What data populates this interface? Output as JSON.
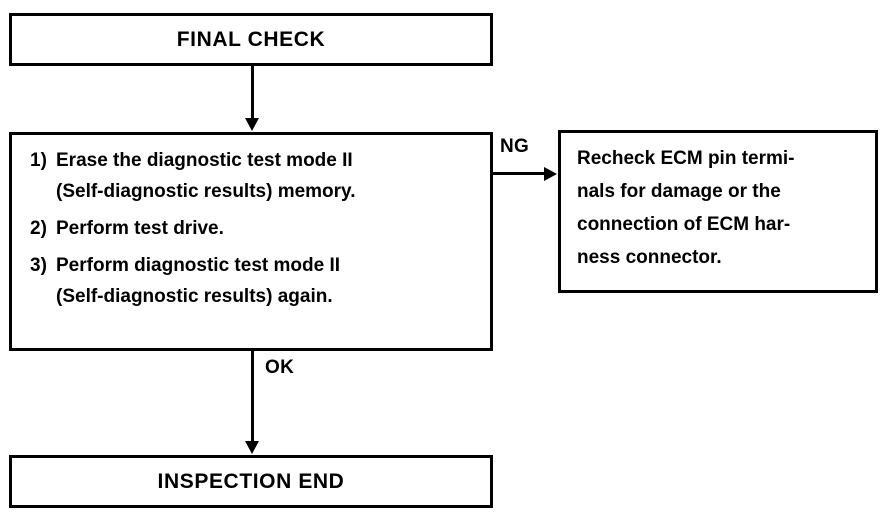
{
  "diagram": {
    "title": "FINAL CHECK",
    "start_box": {
      "label": "FINAL CHECK"
    },
    "process_box": {
      "steps": [
        {
          "number": "1)",
          "lines": [
            "Erase the diagnostic test mode II",
            "(Self-diagnostic results) memory."
          ]
        },
        {
          "number": "2)",
          "lines": [
            "Perform test drive."
          ]
        },
        {
          "number": "3)",
          "lines": [
            "Perform diagnostic test mode II",
            "(Self-diagnostic results) again."
          ]
        }
      ]
    },
    "recheck_box": {
      "lines": [
        "Recheck ECM pin termi-",
        "nals for damage or the",
        "connection of ECM har-",
        "ness connector."
      ]
    },
    "end_box": {
      "label": "INSPECTION END"
    },
    "edge_labels": {
      "ng": "NG",
      "ok": "OK"
    },
    "colors": {
      "line": "#000000",
      "background": "#ffffff",
      "text": "#000000"
    }
  }
}
